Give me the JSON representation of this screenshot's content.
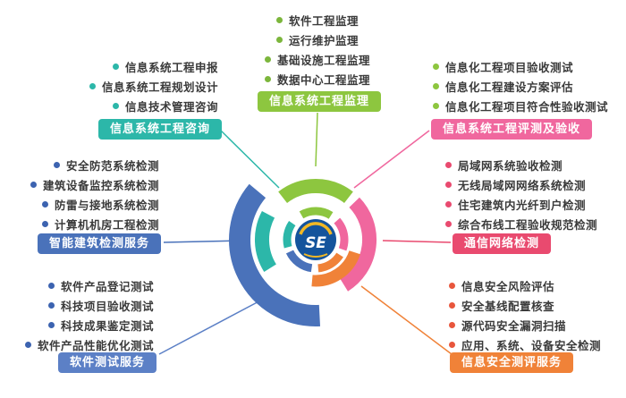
{
  "colors": {
    "green": "#8dc63f",
    "teal": "#2cb7a9",
    "pink": "#f0679e",
    "red": "#e94a6f",
    "orange": "#f08238",
    "blue": "#4a72ba",
    "blue_light": "#5c80c6",
    "navy": "#14549c",
    "yellow": "#f2b824",
    "text": "#3a3a3a"
  },
  "logo": {
    "text": "SE"
  },
  "groups": [
    {
      "id": "consulting",
      "label": "信息系统工程咨询",
      "color": "#2cb7a9",
      "bullet_color": "#2cb7a9",
      "items": [
        "信息系统工程申报",
        "信息系统工程规划设计",
        "信息技术管理咨询"
      ]
    },
    {
      "id": "supervision",
      "label": "信息系统工程监理",
      "color": "#8dc63f",
      "bullet_color": "#7cb63c",
      "items": [
        "软件工程监理",
        "运行维护监理",
        "基础设施工程监理",
        "数据中心工程监理"
      ]
    },
    {
      "id": "evaluation",
      "label": "信息系统工程评测及验收",
      "color": "#f0679e",
      "bullet_color": "#8dc63f",
      "items": [
        "信息化工程项目验收测试",
        "信息化工程建设方案评估",
        "信息化工程项目符合性验收测试"
      ]
    },
    {
      "id": "intelligent-building",
      "label": "智能建筑检测服务",
      "color": "#4a72ba",
      "bullet_color": "#3c63b0",
      "items": [
        "安全防范系统检测",
        "建筑设备监控系统检测",
        "防雷与接地系统检测",
        "计算机机房工程检测"
      ]
    },
    {
      "id": "network",
      "label": "通信网络检测",
      "color": "#e94a6f",
      "bullet_color": "#e94a6f",
      "items": [
        "局域网系统验收检测",
        "无线局域网网络系统检测",
        "住宅建筑内光纤到户检测",
        "综合布线工程验收规范检测"
      ]
    },
    {
      "id": "software-testing",
      "label": "软件测试服务",
      "color": "#5c80c6",
      "bullet_color": "#3c63b0",
      "items": [
        "软件产品登记测试",
        "科技项目验收测试",
        "科技成果鉴定测试",
        "软件产品性能优化测试"
      ]
    },
    {
      "id": "security",
      "label": "信息安全测评服务",
      "color": "#f08238",
      "bullet_color": "#e8563c",
      "items": [
        "信息安全风险评估",
        "安全基线配置核查",
        "源代码安全漏洞扫描",
        "应用、系统、设备安全检测"
      ]
    }
  ]
}
